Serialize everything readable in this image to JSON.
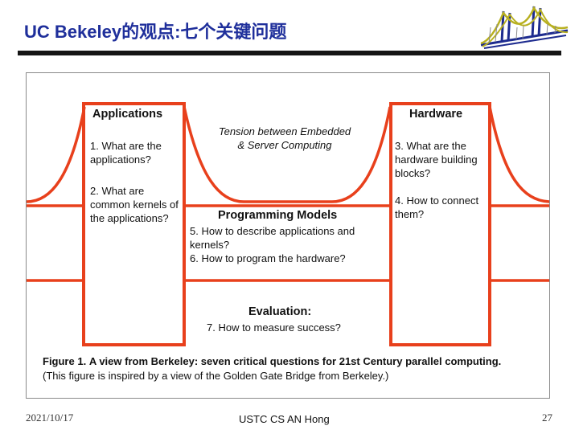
{
  "slide": {
    "title": "UC Bekeley的观点:七个关键问题",
    "date": "2021/10/17",
    "author": "USTC CS AN Hong",
    "page_number": "27",
    "logo_icon": "bridge-logo-icon"
  },
  "figure": {
    "applications": {
      "header": "Applications",
      "q1": "1. What are the applications?",
      "q2": "2. What are common kernels of the applications?"
    },
    "tension": "Tension between Embedded & Server Computing",
    "hardware": {
      "header": "Hardware",
      "q3": "3. What are the hardware building blocks?",
      "q4": "4. How to connect them?"
    },
    "programming_models": {
      "header": "Programming Models",
      "q5": "5. How to describe applications and kernels?",
      "q6": "6. How to program the hardware?"
    },
    "evaluation": {
      "header": "Evaluation:",
      "q7": "7. How to measure success?"
    },
    "caption": {
      "label": "Figure 1.",
      "text": "A view from Berkeley: seven critical questions for 21st Century parallel computing.",
      "note": "(This figure is inspired by a view of the Golden Gate Bridge from Berkeley.)"
    },
    "colors": {
      "frame": "#e8401c",
      "title": "#1f2f9b"
    }
  }
}
